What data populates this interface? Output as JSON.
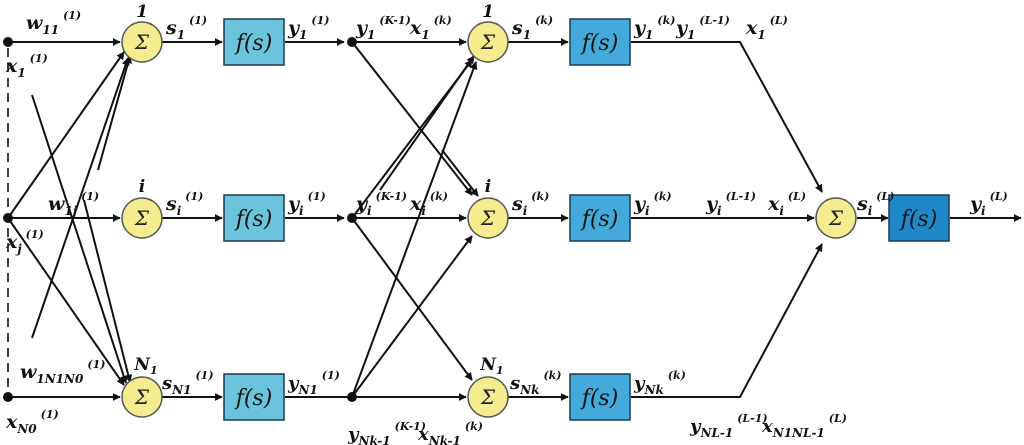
{
  "diagram": {
    "sum_symbol": "Σ",
    "func_label": "f(s)",
    "colors": {
      "sum_fill": "#f5eb8f",
      "box_first": "#6cc3dc",
      "box_mid": "#43aadb",
      "box_last": "#1e88c8"
    },
    "node_indices": {
      "l1_top": "1",
      "l1_mid": "i",
      "l1_bot": "N",
      "lk_top": "1",
      "lk_mid": "i",
      "lk_bot": "N",
      "bot_sub": "1"
    },
    "labels": {
      "x1": {
        "m": "x",
        "sub": "1",
        "sup": "(1)"
      },
      "xj": {
        "m": "x",
        "sub": "j",
        "sup": "(1)"
      },
      "xN0": {
        "m": "x",
        "sub": "N0",
        "sup": "(1)"
      },
      "w11": {
        "m": "w",
        "sub": "11",
        "sup": "(1)"
      },
      "w1j": {
        "m": "w",
        "sub": "1j",
        "sup": "(1)"
      },
      "w1N1N0": {
        "m": "w",
        "sub": "1N1N0",
        "sup": "(1)"
      },
      "s1_1": {
        "m": "s",
        "sub": "1",
        "sup": "(1)"
      },
      "si_1": {
        "m": "s",
        "sub": "i",
        "sup": "(1)"
      },
      "sN1_1": {
        "m": "s",
        "sub": "N1",
        "sup": "(1)"
      },
      "y1_1": {
        "m": "y",
        "sub": "1",
        "sup": "(1)"
      },
      "yi_1": {
        "m": "y",
        "sub": "i",
        "sup": "(1)"
      },
      "yN1_1": {
        "m": "y",
        "sub": "N1",
        "sup": "(1)"
      },
      "y1_km1": {
        "m": "y",
        "sub": "1",
        "sup": "(K-1)"
      },
      "x1_k": {
        "m": "x",
        "sub": "1",
        "sup": "(k)"
      },
      "yi_km1": {
        "m": "y",
        "sub": "i",
        "sup": "(K-1)"
      },
      "xi_k": {
        "m": "x",
        "sub": "i",
        "sup": "(k)"
      },
      "yNk_km1": {
        "m": "y",
        "sub": "Nk-1",
        "sup": "(K-1)"
      },
      "xNk_k": {
        "m": "x",
        "sub": "Nk-1",
        "sup": "(k)"
      },
      "s1_k": {
        "m": "s",
        "sub": "1",
        "sup": "(k)"
      },
      "si_k": {
        "m": "s",
        "sub": "i",
        "sup": "(k)"
      },
      "sNk_k": {
        "m": "s",
        "sub": "Nk",
        "sup": "(k)"
      },
      "y1_k": {
        "m": "y",
        "sub": "1",
        "sup": "(k)"
      },
      "yi_k": {
        "m": "y",
        "sub": "i",
        "sup": "(k)"
      },
      "yNk_k": {
        "m": "y",
        "sub": "Nk",
        "sup": "(k)"
      },
      "y1_lm1": {
        "m": "y",
        "sub": "1",
        "sup": "(L-1)"
      },
      "x1_L": {
        "m": "x",
        "sub": "1",
        "sup": "(L)"
      },
      "yi_lm1": {
        "m": "y",
        "sub": "i",
        "sup": "(L-1)"
      },
      "xi_L": {
        "m": "x",
        "sub": "i",
        "sup": "(L)"
      },
      "yNL_lm1": {
        "m": "y",
        "sub": "NL-1",
        "sup": "(L-1)"
      },
      "xN1NL_L": {
        "m": "x",
        "sub": "N1NL-1",
        "sup": "(L)"
      },
      "si_L": {
        "m": "s",
        "sub": "i",
        "sup": "(L)"
      },
      "yi_L": {
        "m": "y",
        "sub": "i",
        "sup": "(L)"
      }
    }
  }
}
